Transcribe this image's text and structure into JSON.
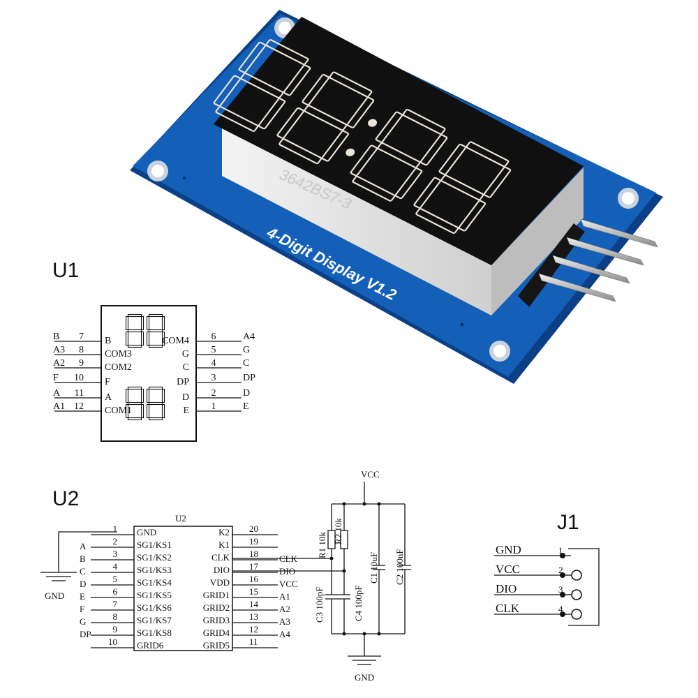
{
  "board": {
    "silkscreen": "4-Digit Display  V1.2",
    "part_number": "3642BS7-3",
    "colors": {
      "pcb": "#1460b8",
      "pcb_dark": "#0b3f86",
      "display": "#101010",
      "segment": "#e9e3d8",
      "pin": "#b9b9b9"
    }
  },
  "u1": {
    "heading": "U1",
    "left_pins": [
      {
        "sig": "B",
        "num": "7",
        "label": "B"
      },
      {
        "sig": "A3",
        "num": "8",
        "label": "COM3"
      },
      {
        "sig": "A2",
        "num": "9",
        "label": "COM2"
      },
      {
        "sig": "F",
        "num": "10",
        "label": "F"
      },
      {
        "sig": "A",
        "num": "11",
        "label": "A"
      },
      {
        "sig": "A1",
        "num": "12",
        "label": "COM1"
      }
    ],
    "right_pins": [
      {
        "sig": "A4",
        "num": "6",
        "label": "COM4"
      },
      {
        "sig": "G",
        "num": "5",
        "label": "G"
      },
      {
        "sig": "C",
        "num": "4",
        "label": "C"
      },
      {
        "sig": "DP",
        "num": "3",
        "label": "DP"
      },
      {
        "sig": "D",
        "num": "2",
        "label": "D"
      },
      {
        "sig": "E",
        "num": "1",
        "label": "E"
      }
    ]
  },
  "u2": {
    "heading": "U2",
    "chip_label": "U2",
    "left_pins": [
      {
        "sig": "",
        "num": "1",
        "label": "GND"
      },
      {
        "sig": "A",
        "num": "2",
        "label": "SG1/KS1"
      },
      {
        "sig": "B",
        "num": "3",
        "label": "SG1/KS2"
      },
      {
        "sig": "C",
        "num": "4",
        "label": "SG1/KS3"
      },
      {
        "sig": "D",
        "num": "5",
        "label": "SG1/KS4"
      },
      {
        "sig": "E",
        "num": "6",
        "label": "SG1/KS5"
      },
      {
        "sig": "F",
        "num": "7",
        "label": "SG1/KS6"
      },
      {
        "sig": "G",
        "num": "8",
        "label": "SG1/KS7"
      },
      {
        "sig": "DP",
        "num": "9",
        "label": "SG1/KS8"
      },
      {
        "sig": "",
        "num": "10",
        "label": "GRID6"
      }
    ],
    "right_pins": [
      {
        "sig": "",
        "num": "20",
        "label": "K2"
      },
      {
        "sig": "",
        "num": "19",
        "label": "K1"
      },
      {
        "sig": "CLK",
        "num": "18",
        "label": "CLK"
      },
      {
        "sig": "DIO",
        "num": "17",
        "label": "DIO"
      },
      {
        "sig": "VCC",
        "num": "16",
        "label": "VDD"
      },
      {
        "sig": "A1",
        "num": "15",
        "label": "GRID1"
      },
      {
        "sig": "A2",
        "num": "14",
        "label": "GRID2"
      },
      {
        "sig": "A3",
        "num": "13",
        "label": "GRID3"
      },
      {
        "sig": "A4",
        "num": "12",
        "label": "GRID4"
      },
      {
        "sig": "",
        "num": "11",
        "label": "GRID5"
      }
    ],
    "gnd_label": "GND",
    "vcc_label": "VCC",
    "gnd_bottom_label": "GND",
    "components": {
      "r1": "R1 10k",
      "r2": "R2 10k",
      "c1": "C1 10uF",
      "c2": "C2 100nF",
      "c3": "C3 100pF",
      "c4": "C4 100pF"
    }
  },
  "j1": {
    "heading": "J1",
    "pins": [
      {
        "label": "GND",
        "num": "1"
      },
      {
        "label": "VCC",
        "num": "2"
      },
      {
        "label": "DIO",
        "num": "3"
      },
      {
        "label": "CLK",
        "num": "4"
      }
    ]
  }
}
